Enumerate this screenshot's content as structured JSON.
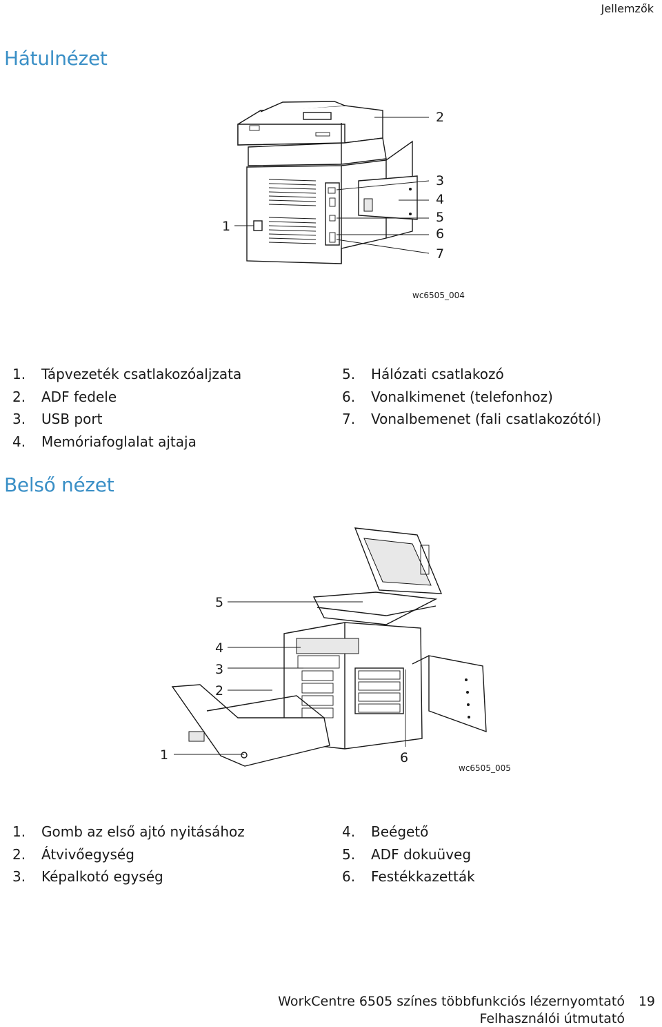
{
  "header": {
    "section_label": "Jellemzők"
  },
  "rear_view": {
    "title": "Hátulnézet",
    "figure_id": "wc6505_004",
    "callouts": [
      "1",
      "2",
      "3",
      "4",
      "5",
      "6",
      "7"
    ],
    "items_left": [
      {
        "num": "1.",
        "label": "Tápvezeték csatlakozóaljzata"
      },
      {
        "num": "2.",
        "label": "ADF fedele"
      },
      {
        "num": "3.",
        "label": "USB port"
      },
      {
        "num": "4.",
        "label": "Memóriafoglalat ajtaja"
      }
    ],
    "items_right": [
      {
        "num": "5.",
        "label": "Hálózati csatlakozó"
      },
      {
        "num": "6.",
        "label": "Vonalkimenet (telefonhoz)"
      },
      {
        "num": "7.",
        "label": "Vonalbemenet (fali csatlakozótól)"
      }
    ]
  },
  "internal_view": {
    "title": "Belső nézet",
    "figure_id": "wc6505_005",
    "callouts": [
      "1",
      "2",
      "3",
      "4",
      "5",
      "6"
    ],
    "items_left": [
      {
        "num": "1.",
        "label": "Gomb az első ajtó nyitásához"
      },
      {
        "num": "2.",
        "label": "Átvivőegység"
      },
      {
        "num": "3.",
        "label": "Képalkotó egység"
      }
    ],
    "items_right": [
      {
        "num": "4.",
        "label": "Beégető"
      },
      {
        "num": "5.",
        "label": "ADF dokuüveg"
      },
      {
        "num": "6.",
        "label": "Festékkazetták"
      }
    ]
  },
  "footer": {
    "product": "WorkCentre 6505 színes többfunkciós lézernyomtató",
    "guide": "Felhasználói útmutató",
    "page_number": "19"
  }
}
